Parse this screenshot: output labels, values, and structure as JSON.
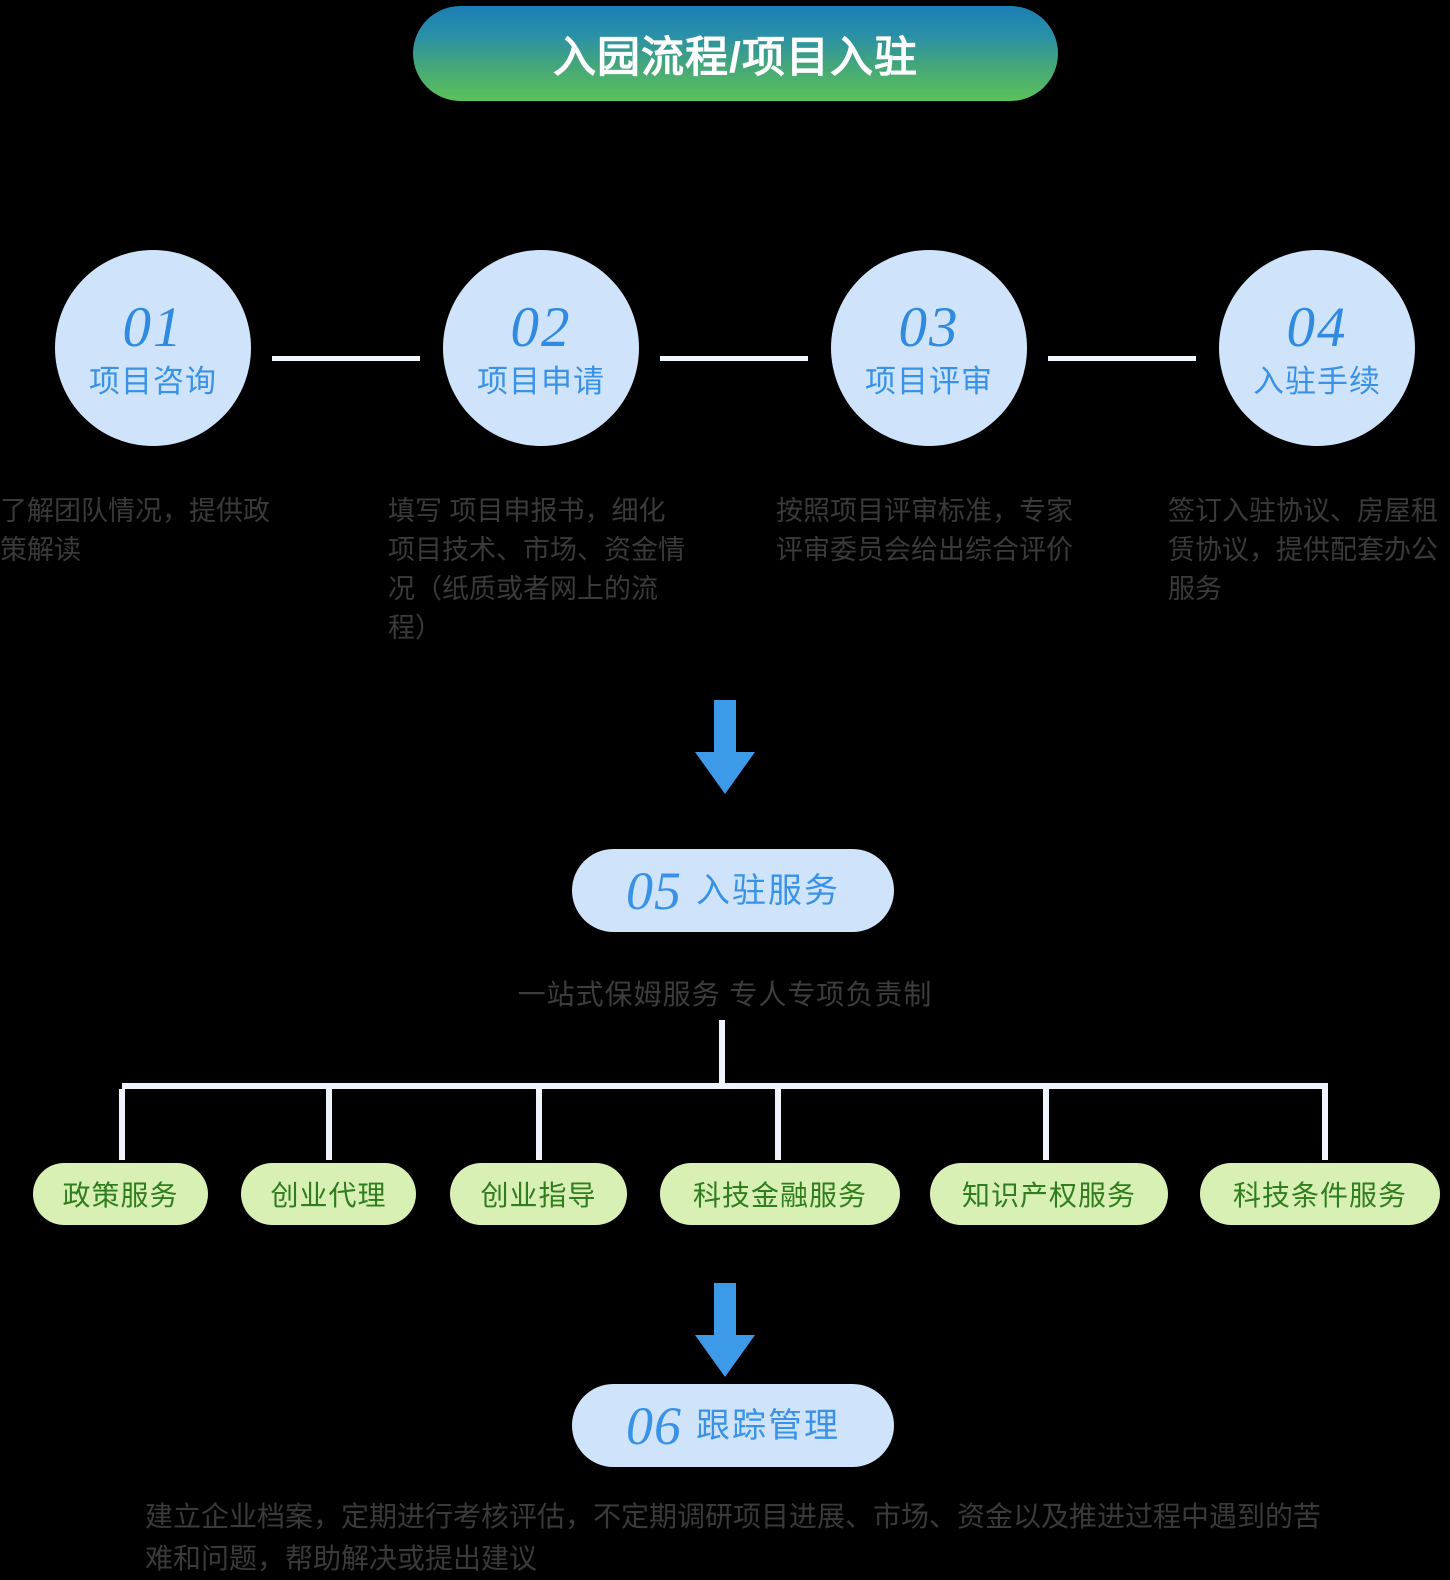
{
  "header": {
    "title": "入园流程/项目入驻",
    "gradient_from": "#1a7fb5",
    "gradient_to": "#5cc25a"
  },
  "colors": {
    "circle_bg": "#cfe4fb",
    "circle_text": "#3a92e6",
    "tag_bg": "#d9f0b4",
    "tag_text": "#2f7d1f",
    "arrow": "#3d9ae8",
    "line": "#eef3fc",
    "background": "#000000",
    "desc_text": "#3a3a3a"
  },
  "steps": [
    {
      "number": "01",
      "label": "项目咨询",
      "description": "了解团队情况，提供政策解读"
    },
    {
      "number": "02",
      "label": "项目申请",
      "description": "填写 项目申报书，细化项目技术、市场、资金情况（纸质或者网上的流程）"
    },
    {
      "number": "03",
      "label": "项目评审",
      "description": "按照项目评审标准，专家评审委员会给出综合评价"
    },
    {
      "number": "04",
      "label": "入驻手续",
      "description": "签订入驻协议、房屋租赁协议，提供配套办公服务"
    }
  ],
  "stage_service": {
    "number": "05",
    "label": "入驻服务",
    "subtitle": "一站式保姆服务 专人专项负责制"
  },
  "service_tags": [
    {
      "label": "政策服务"
    },
    {
      "label": "创业代理"
    },
    {
      "label": "创业指导"
    },
    {
      "label": "科技金融服务"
    },
    {
      "label": "知识产权服务"
    },
    {
      "label": "科技条件服务"
    }
  ],
  "stage_tracking": {
    "number": "06",
    "label": "跟踪管理",
    "description": "建立企业档案，定期进行考核评估，不定期调研项目进展、市场、资金以及推进过程中遇到的苦难和问题，帮助解决或提出建议"
  }
}
